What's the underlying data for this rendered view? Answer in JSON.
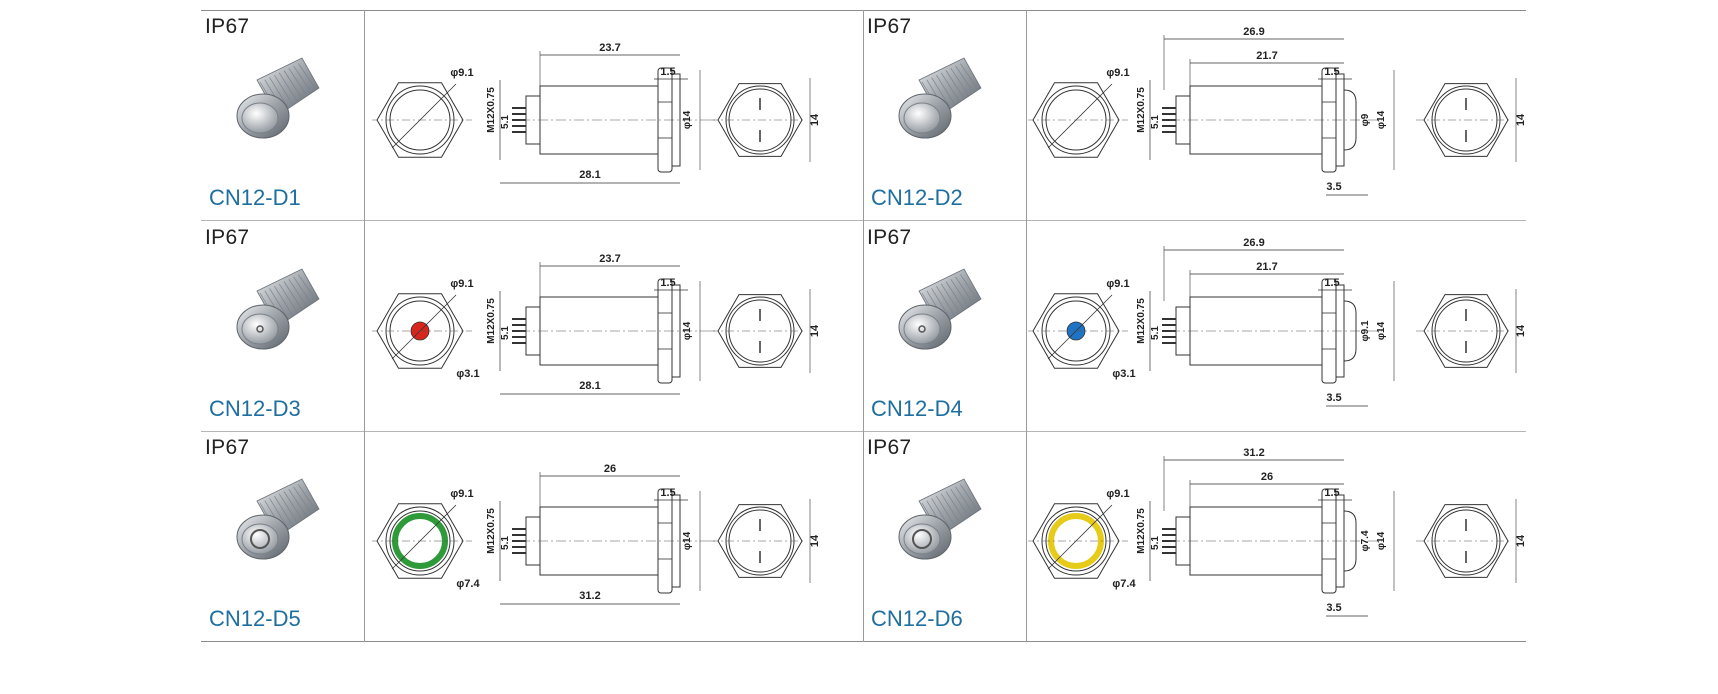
{
  "cells": [
    {
      "id": "d1",
      "rating": "IP67",
      "model": "CN12-D1",
      "led_color": "",
      "dims": {
        "len": "23.7",
        "nut": "1.5",
        "total": "28.1",
        "dia": "φ9.1",
        "thread": "M12X0.75",
        "pin": "5.1",
        "body": "φ14",
        "hex": "14"
      }
    },
    {
      "id": "d2",
      "rating": "IP67",
      "model": "CN12-D2",
      "led_color": "",
      "dims": {
        "total": "26.9",
        "len": "21.7",
        "nut": "1.5",
        "dia": "φ9.1",
        "thread": "M12X0.75",
        "pin": "5.1",
        "inner": "φ9",
        "body": "φ14",
        "hex": "14",
        "head": "3.5"
      }
    },
    {
      "id": "d3",
      "rating": "IP67",
      "model": "CN12-D3",
      "led_color": "#d9261c",
      "dims": {
        "len": "23.7",
        "nut": "1.5",
        "total": "28.1",
        "dia": "φ9.1",
        "thread": "M12X0.75",
        "pin": "5.1",
        "body": "φ14",
        "hex": "14",
        "led": "φ3.1"
      }
    },
    {
      "id": "d4",
      "rating": "IP67",
      "model": "CN12-D4",
      "led_color": "#1f73c4",
      "dims": {
        "total": "26.9",
        "len": "21.7",
        "nut": "1.5",
        "dia": "φ9.1",
        "thread": "M12X0.75",
        "pin": "5.1",
        "inner": "φ9.1",
        "body": "φ14",
        "hex": "14",
        "head": "3.5",
        "led": "φ3.1"
      }
    },
    {
      "id": "d5",
      "rating": "IP67",
      "model": "CN12-D5",
      "led_color": "#2e9a3a",
      "dims": {
        "len": "26",
        "nut": "1.5",
        "total": "31.2",
        "dia": "φ9.1",
        "thread": "M12X0.75",
        "pin": "5.1",
        "body": "φ14",
        "hex": "14",
        "led": "φ7.4"
      }
    },
    {
      "id": "d6",
      "rating": "IP67",
      "model": "CN12-D6",
      "led_color": "#e6cc18",
      "dims": {
        "total": "31.2",
        "len": "26",
        "nut": "1.5",
        "dia": "φ9.1",
        "thread": "M12X0.75",
        "pin": "5.1",
        "inner": "φ7.4",
        "body": "φ14",
        "hex": "14",
        "head": "3.5",
        "led": "φ7.4"
      }
    }
  ]
}
